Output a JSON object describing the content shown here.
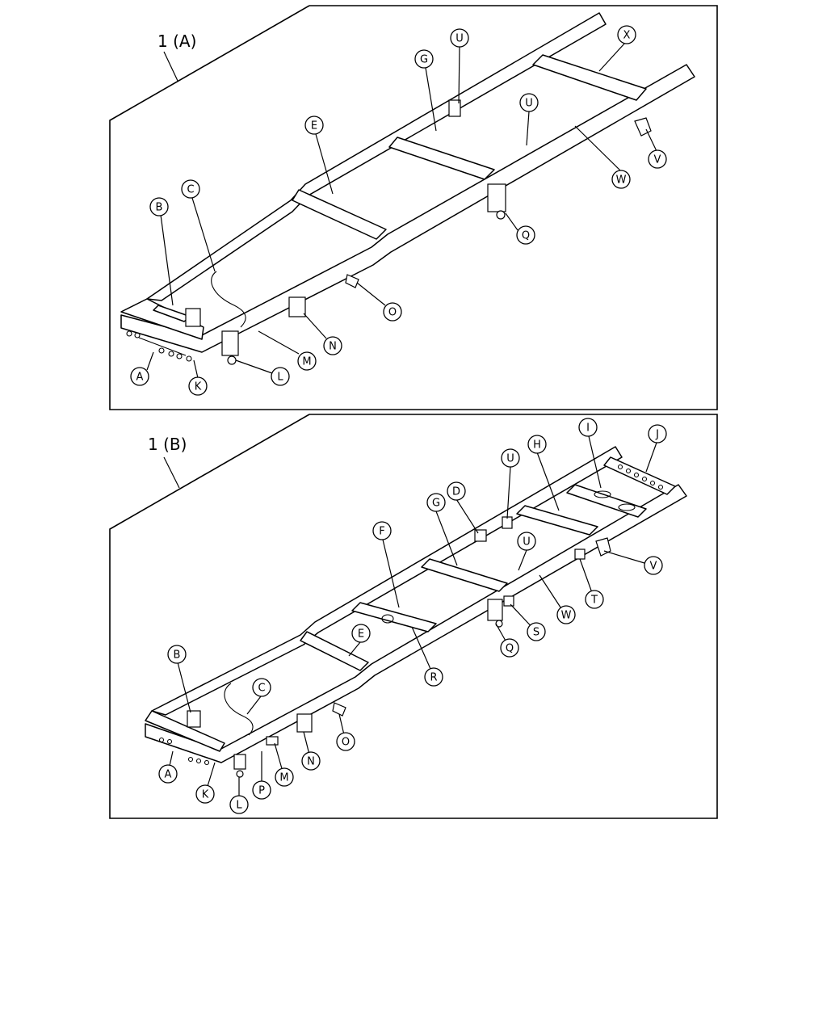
{
  "panels": [
    {
      "id": "A",
      "title": "1 (A)",
      "callouts": [
        "A",
        "B",
        "C",
        "E",
        "G",
        "K",
        "L",
        "M",
        "N",
        "O",
        "Q",
        "U",
        "U",
        "V",
        "W",
        "X"
      ]
    },
    {
      "id": "B",
      "title": "1 (B)",
      "callouts": [
        "A",
        "B",
        "C",
        "D",
        "E",
        "F",
        "G",
        "H",
        "I",
        "J",
        "K",
        "L",
        "M",
        "N",
        "O",
        "P",
        "Q",
        "R",
        "S",
        "T",
        "U",
        "U",
        "V",
        "W"
      ]
    }
  ],
  "colors": {
    "line": "#000000",
    "background": "#ffffff"
  }
}
